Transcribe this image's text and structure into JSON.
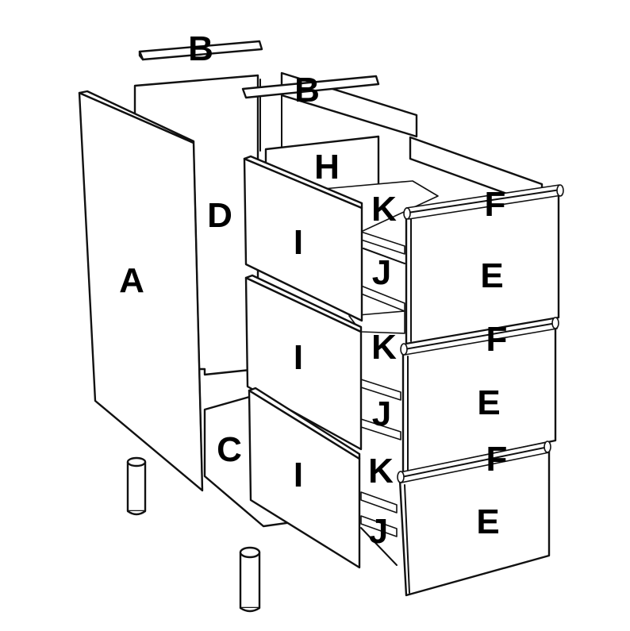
{
  "labels": {
    "side_panel": "A",
    "top_rail": "B",
    "bottom": "C",
    "back": "D",
    "drawer_front": "E",
    "handle": "F",
    "drawer_back_panel": "H",
    "drawer_side": "I",
    "drawer_bottom": "J",
    "drawer_rear": "K"
  },
  "colors": {
    "line": "#111111",
    "fill": "#ffffff",
    "text": "#000000"
  }
}
